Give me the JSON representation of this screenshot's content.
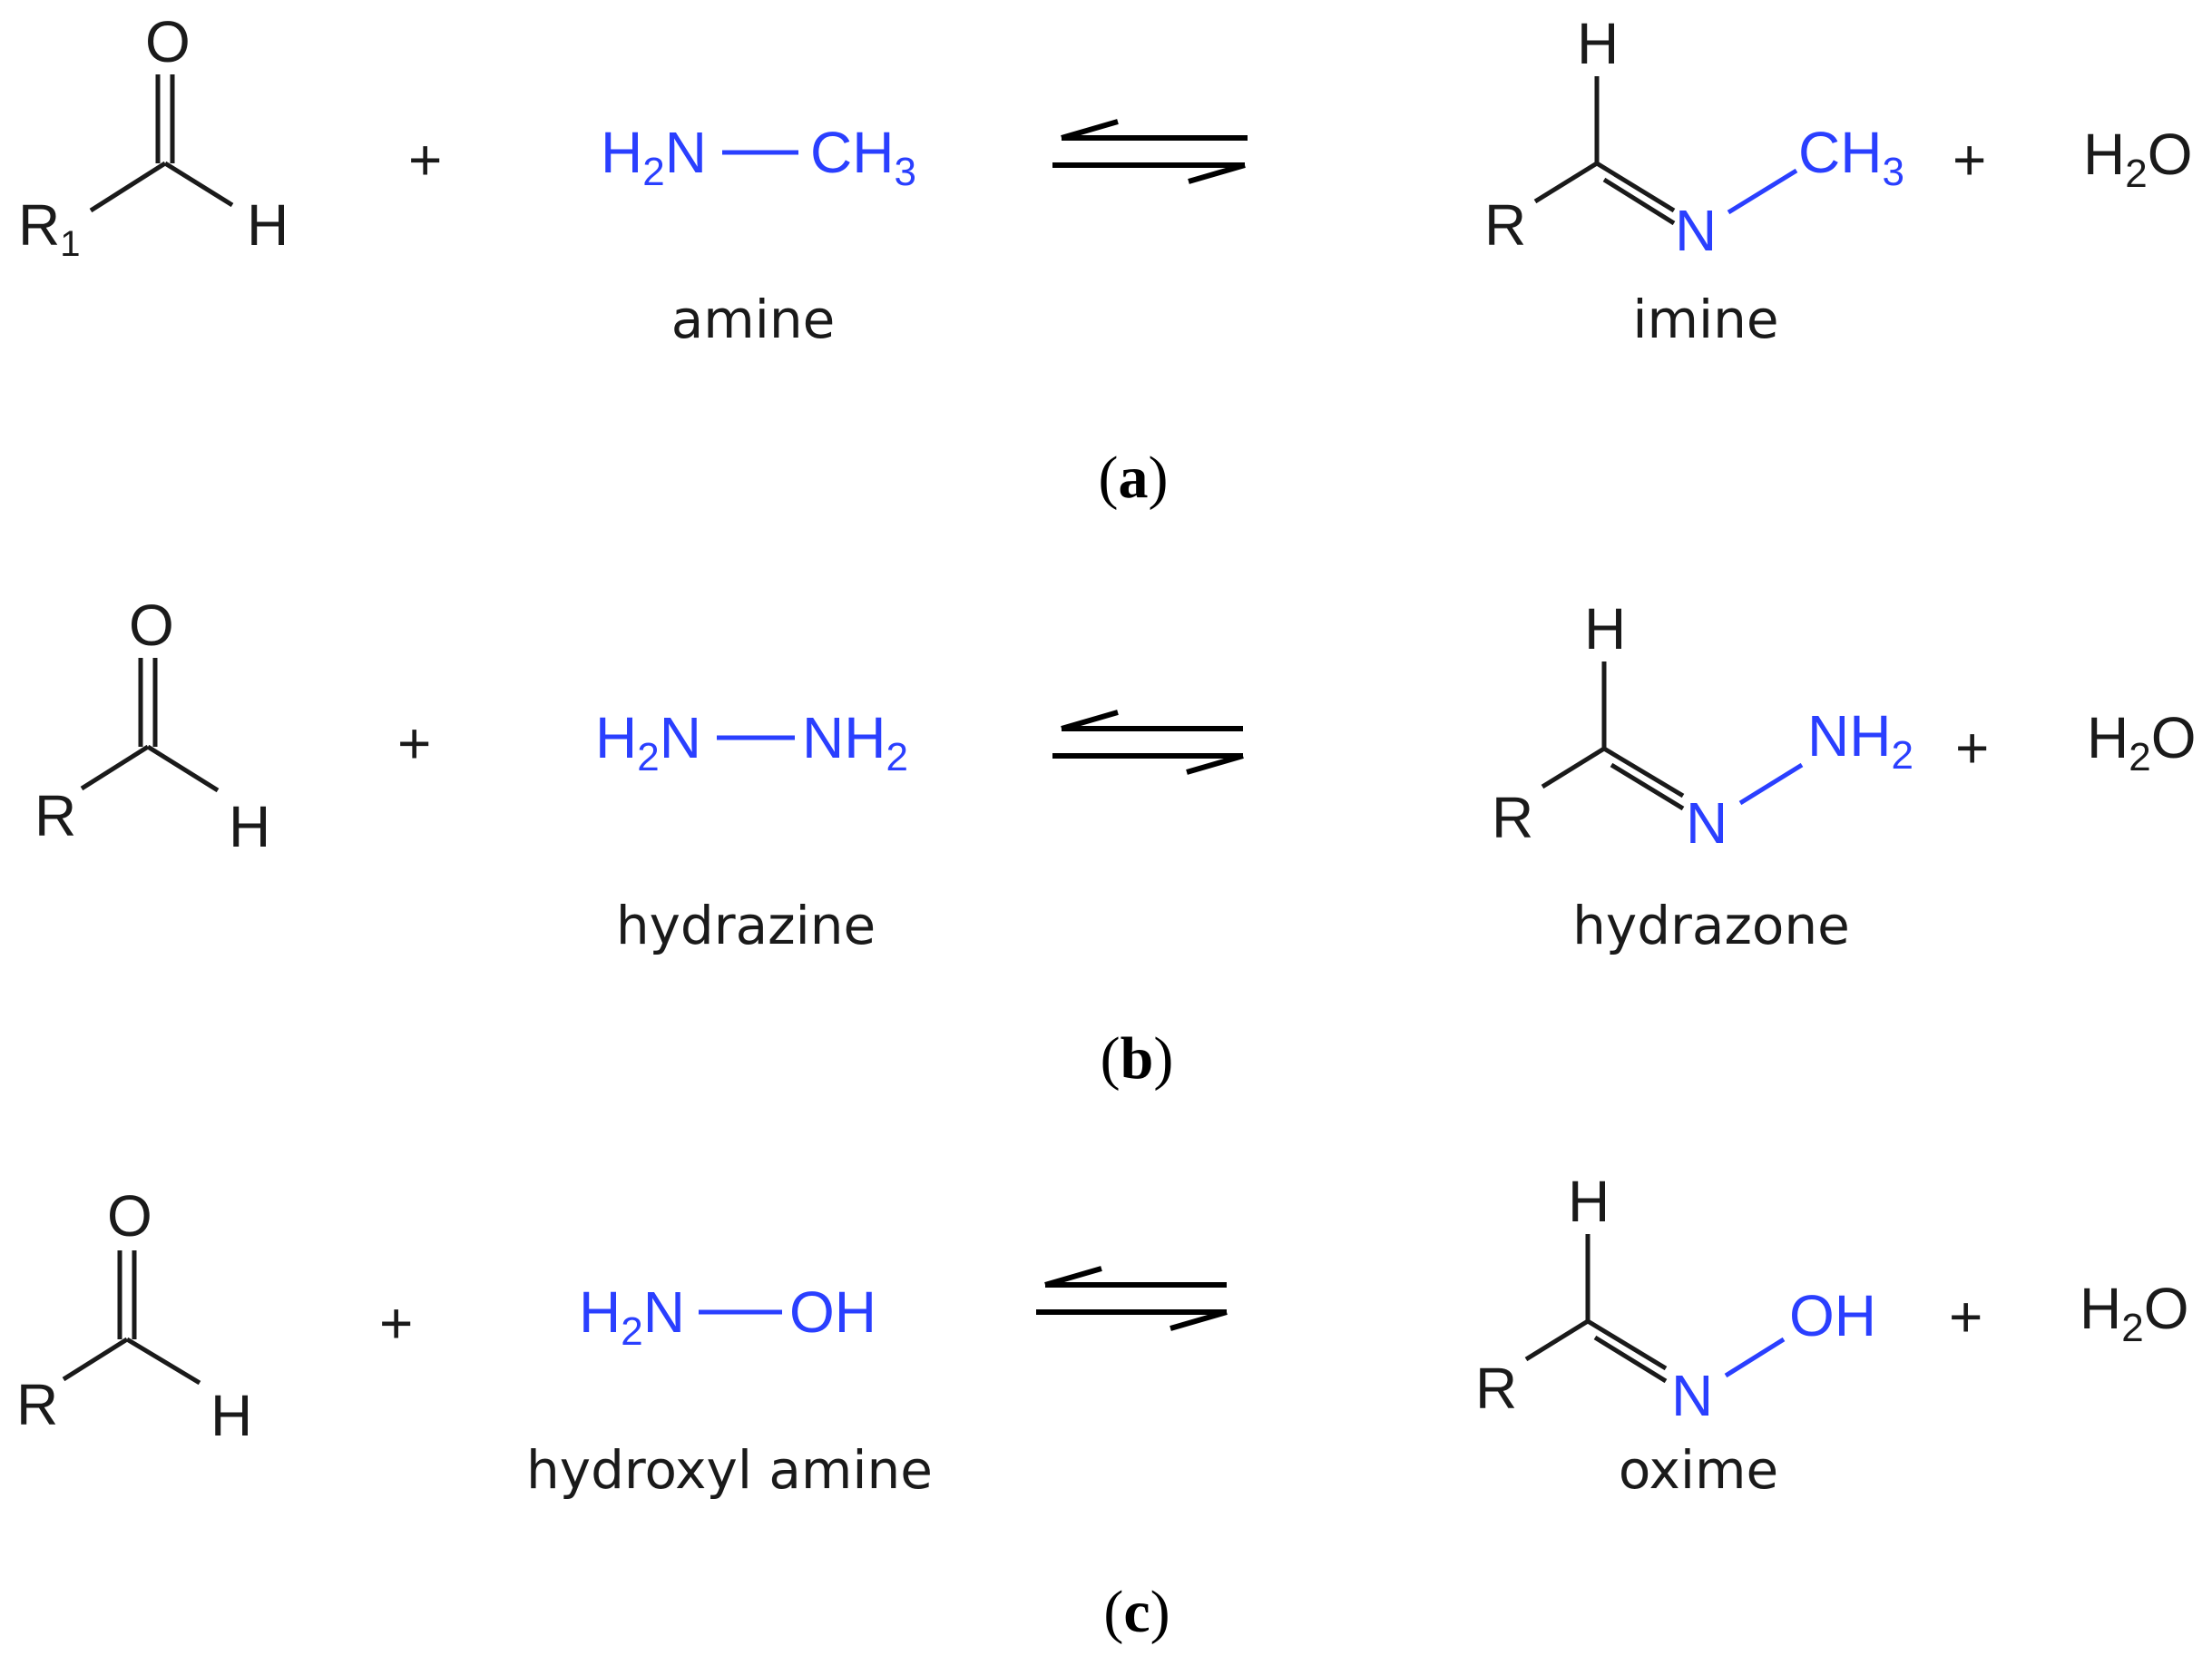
{
  "colors": {
    "reagent": "#2a3fff",
    "ink": "#1a1a1a"
  },
  "reactions": [
    {
      "reactant": {
        "o": "O",
        "r": "R",
        "r_sub": "1",
        "h": "H"
      },
      "plus1": "+",
      "reagent": {
        "left": "H",
        "left_sub": "2",
        "left_rest": "N",
        "right": "CH",
        "right_sub": "3"
      },
      "reagent_name": "amine",
      "product": {
        "h": "H",
        "r": "R",
        "n": "N",
        "sub": "CH",
        "sub_sub": "3"
      },
      "product_name": "imine",
      "plus2": "+",
      "water": {
        "h": "H",
        "sub": "2",
        "o": "O"
      },
      "panel": {
        "open": "(",
        "letter": "a",
        "close": ")"
      }
    },
    {
      "reactant": {
        "o": "O",
        "r": "R",
        "r_sub": "",
        "h": "H"
      },
      "plus1": "+",
      "reagent": {
        "left": "H",
        "left_sub": "2",
        "left_rest": "N",
        "right": "NH",
        "right_sub": "2"
      },
      "reagent_name": "hydrazine",
      "product": {
        "h": "H",
        "r": "R",
        "n": "N",
        "sub": "NH",
        "sub_sub": "2"
      },
      "product_name": "hydrazone",
      "plus2": "+",
      "water": {
        "h": "H",
        "sub": "2",
        "o": "O"
      },
      "panel": {
        "open": "(",
        "letter": "b",
        "close": ")"
      }
    },
    {
      "reactant": {
        "o": "O",
        "r": "R",
        "r_sub": "",
        "h": "H"
      },
      "plus1": "+",
      "reagent": {
        "left": "H",
        "left_sub": "2",
        "left_rest": "N",
        "right": "OH",
        "right_sub": ""
      },
      "reagent_name": "hydroxyl amine",
      "product": {
        "h": "H",
        "r": "R",
        "n": "N",
        "sub": "OH",
        "sub_sub": ""
      },
      "product_name": "oxime",
      "plus2": "+",
      "water": {
        "h": "H",
        "sub": "2",
        "o": "O"
      },
      "panel": {
        "open": "(",
        "letter": "c",
        "close": ")"
      }
    }
  ]
}
